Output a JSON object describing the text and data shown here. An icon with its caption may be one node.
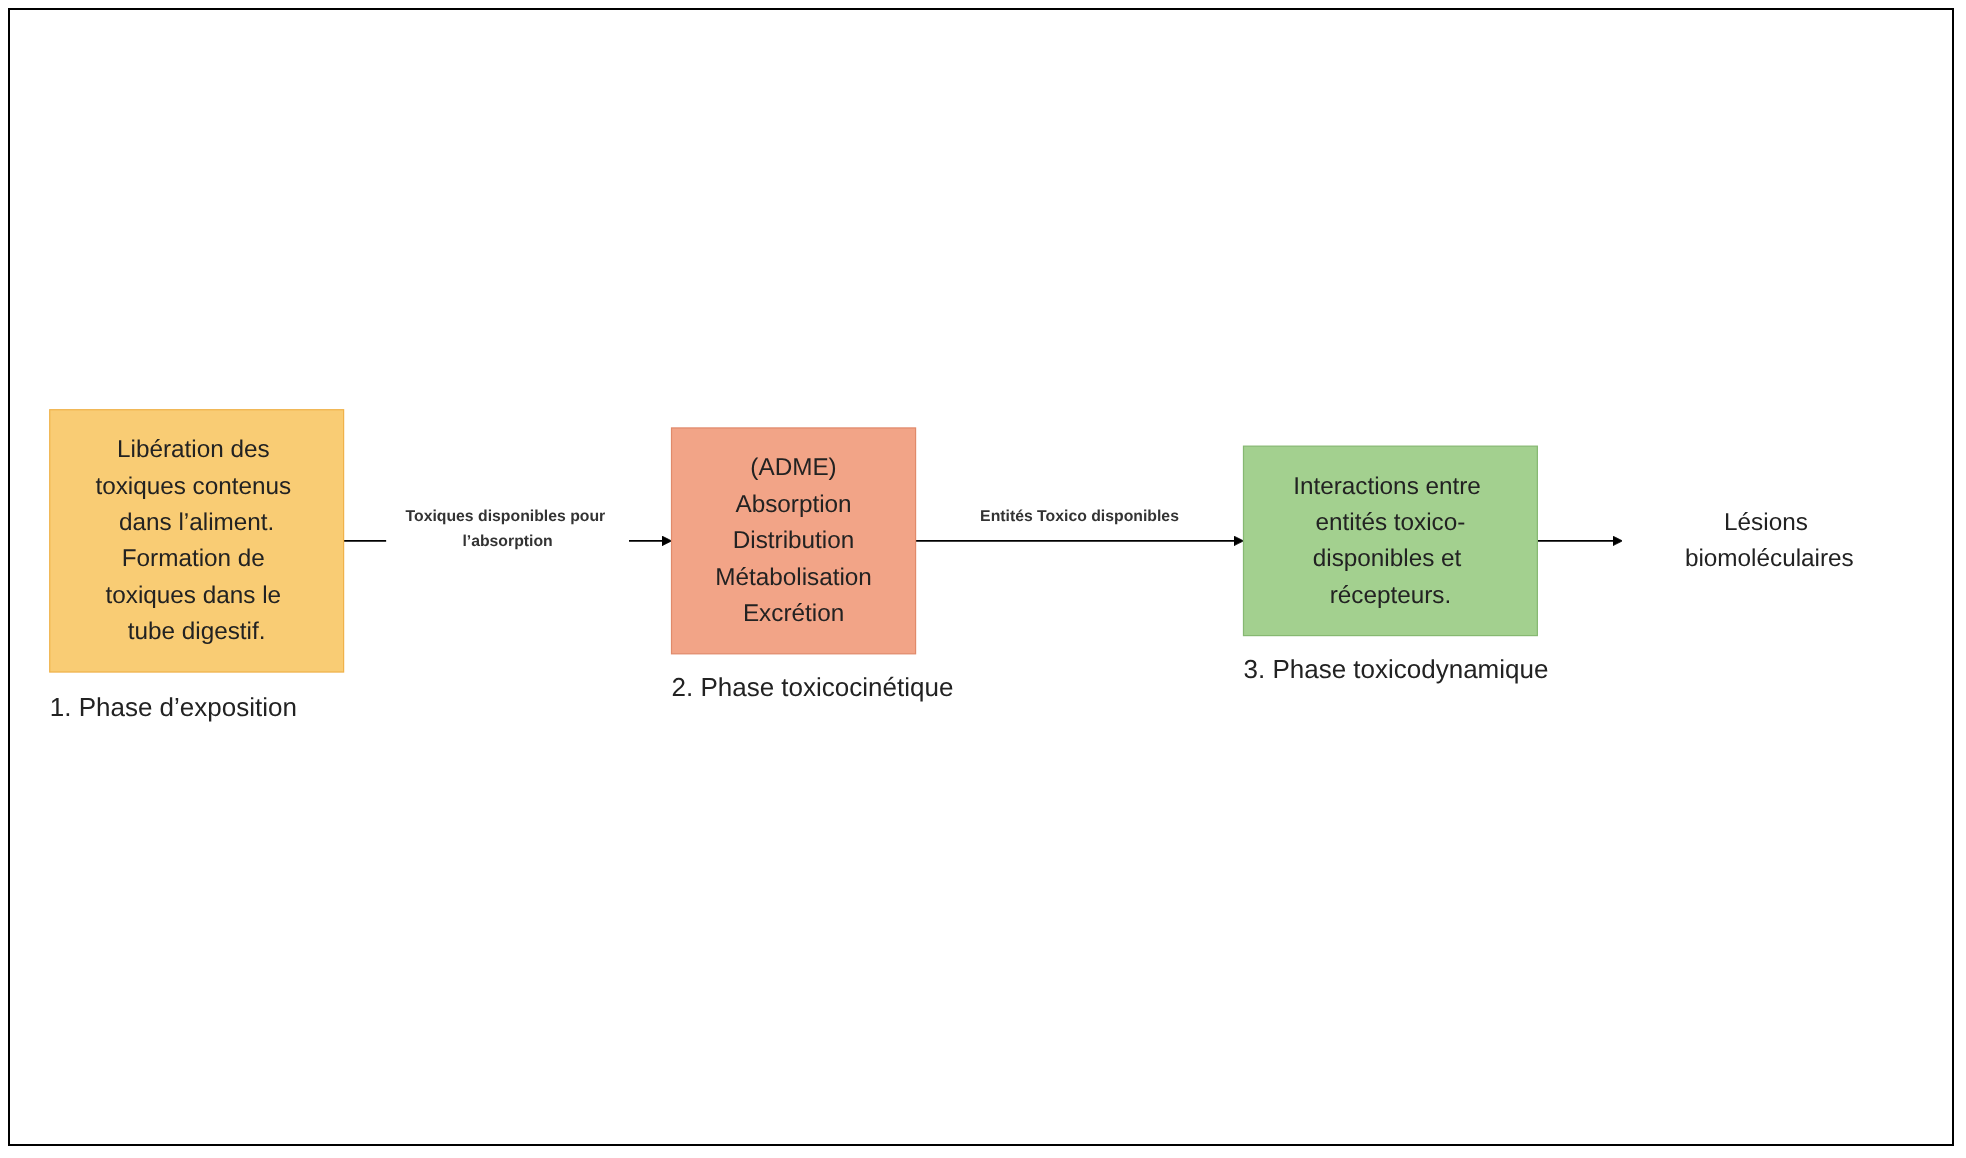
{
  "diagram": {
    "nodes": [
      {
        "text": [
          "Libération des toxiques contenus dans l’aliment.",
          "Formation de toxiques dans le tube digestif."
        ],
        "beside": [
          "1.   Phase d’exposition"
        ]
      },
      {
        "text": [
          "(ADME)",
          "Absorption",
          "Distribution",
          "Métabolisation",
          "Excrétion"
        ],
        "beside": [
          "2. Phase toxicocinétique"
        ]
      },
      {
        "text": [
          "Interactions entre entités toxico-disponibles et récepteurs."
        ],
        "beside": [
          "3. Phase toxicodynamique"
        ]
      },
      {
        "text": [
          "Lésions biomoléculaires"
        ]
      }
    ],
    "edges": [
      {
        "from": 0,
        "to": 1,
        "arrow": "to",
        "label": "Toxiques disponibles pour l’absorption"
      },
      {
        "from": 1,
        "to": 2,
        "arrow": "to",
        "label": "Entités Toxico disponibles"
      },
      {
        "from": 2,
        "to": 3,
        "arrow": "to"
      }
    ]
  }
}
